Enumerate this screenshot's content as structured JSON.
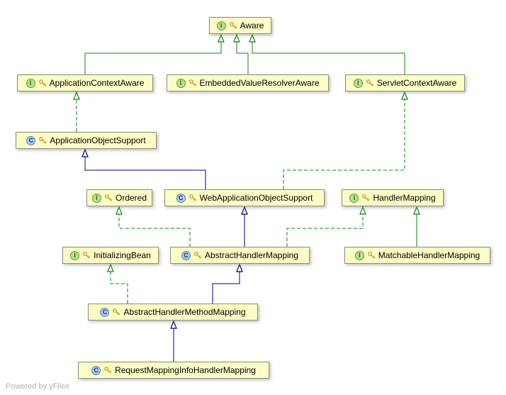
{
  "watermark": "Powered by yFiles",
  "icons": {
    "interface_letter": "I",
    "class_letter": "C"
  },
  "colors": {
    "node_fill": "#fcfcc6",
    "node_border": "#8f8f74",
    "interface_edge_green": "#0a8a0a",
    "class_edge_navy": "#000080",
    "background": "#ffffff"
  },
  "diagram": {
    "nodes": [
      {
        "id": "aware",
        "label": "Aware",
        "kind": "interface"
      },
      {
        "id": "application-context-aware",
        "label": "ApplicationContextAware",
        "kind": "interface"
      },
      {
        "id": "embedded-value-resolver-aware",
        "label": "EmbeddedValueResolverAware",
        "kind": "interface"
      },
      {
        "id": "servlet-context-aware",
        "label": "ServletContextAware",
        "kind": "interface"
      },
      {
        "id": "application-object-support",
        "label": "ApplicationObjectSupport",
        "kind": "class"
      },
      {
        "id": "ordered",
        "label": "Ordered",
        "kind": "interface"
      },
      {
        "id": "web-application-object-support",
        "label": "WebApplicationObjectSupport",
        "kind": "class"
      },
      {
        "id": "handler-mapping",
        "label": "HandlerMapping",
        "kind": "interface"
      },
      {
        "id": "initializing-bean",
        "label": "InitializingBean",
        "kind": "interface"
      },
      {
        "id": "abstract-handler-mapping",
        "label": "AbstractHandlerMapping",
        "kind": "class"
      },
      {
        "id": "matchable-handler-mapping",
        "label": "MatchableHandlerMapping",
        "kind": "interface"
      },
      {
        "id": "abstract-handler-method-mapping",
        "label": "AbstractHandlerMethodMapping",
        "kind": "class"
      },
      {
        "id": "request-mapping-info-handler-mapping",
        "label": "RequestMappingInfoHandlerMapping",
        "kind": "class"
      }
    ],
    "edges": [
      {
        "from": "ApplicationContextAware",
        "to": "Aware",
        "relation": "extends",
        "style": "solid-green"
      },
      {
        "from": "EmbeddedValueResolverAware",
        "to": "Aware",
        "relation": "extends",
        "style": "solid-green"
      },
      {
        "from": "ServletContextAware",
        "to": "Aware",
        "relation": "extends",
        "style": "solid-green"
      },
      {
        "from": "ApplicationObjectSupport",
        "to": "ApplicationContextAware",
        "relation": "implements",
        "style": "dashed-green"
      },
      {
        "from": "WebApplicationObjectSupport",
        "to": "ApplicationObjectSupport",
        "relation": "extends",
        "style": "solid-navy"
      },
      {
        "from": "WebApplicationObjectSupport",
        "to": "ServletContextAware",
        "relation": "implements",
        "style": "dashed-green"
      },
      {
        "from": "AbstractHandlerMapping",
        "to": "WebApplicationObjectSupport",
        "relation": "extends",
        "style": "solid-navy"
      },
      {
        "from": "AbstractHandlerMapping",
        "to": "Ordered",
        "relation": "implements",
        "style": "dashed-green"
      },
      {
        "from": "AbstractHandlerMapping",
        "to": "HandlerMapping",
        "relation": "implements",
        "style": "dashed-green"
      },
      {
        "from": "MatchableHandlerMapping",
        "to": "HandlerMapping",
        "relation": "extends",
        "style": "solid-green"
      },
      {
        "from": "AbstractHandlerMethodMapping",
        "to": "AbstractHandlerMapping",
        "relation": "extends",
        "style": "solid-navy"
      },
      {
        "from": "AbstractHandlerMethodMapping",
        "to": "InitializingBean",
        "relation": "implements",
        "style": "dashed-green"
      },
      {
        "from": "RequestMappingInfoHandlerMapping",
        "to": "AbstractHandlerMethodMapping",
        "relation": "extends",
        "style": "solid-navy"
      }
    ]
  }
}
